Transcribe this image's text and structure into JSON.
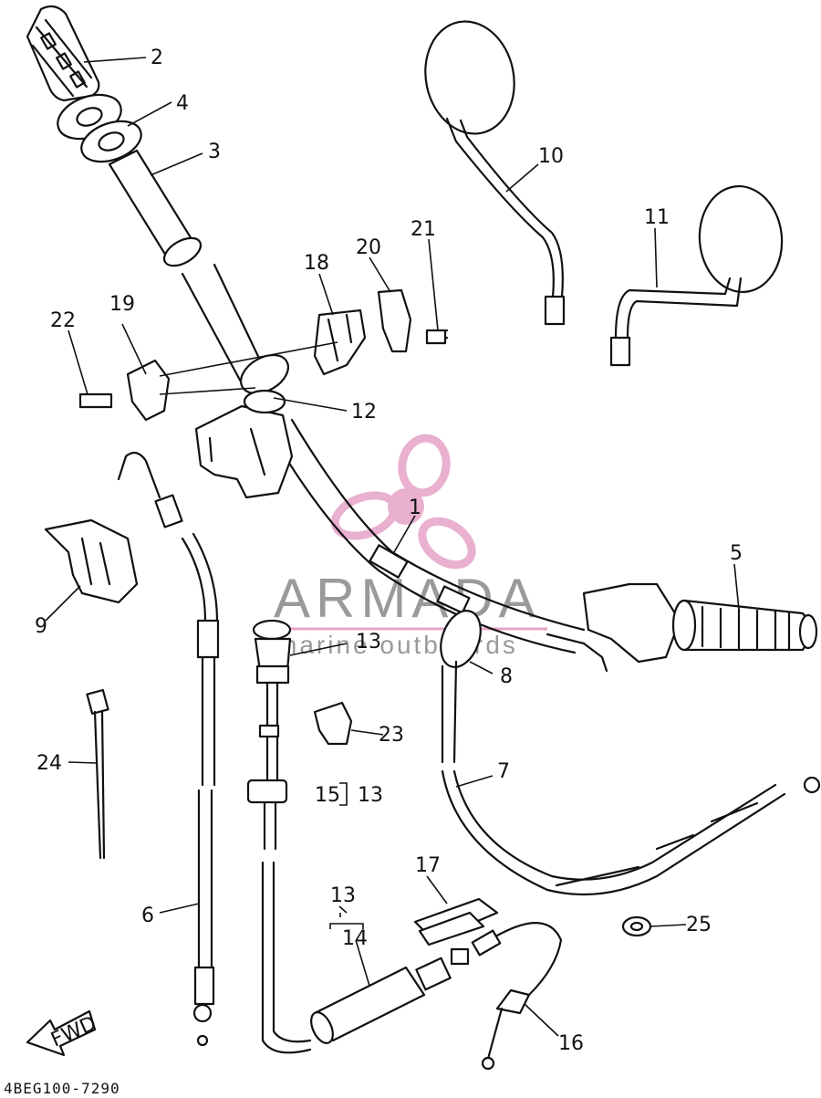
{
  "diagram_code": "4BEG100-7290",
  "fwd_label": "FWD",
  "watermark": {
    "brand": "ARMADA",
    "tagline": "marine outboards",
    "logo_color": "#e6a3c8"
  },
  "callouts": {
    "c1": "1",
    "c2": "2",
    "c3": "3",
    "c4": "4",
    "c5": "5",
    "c6": "6",
    "c7": "7",
    "c8": "8",
    "c9": "9",
    "c10": "10",
    "c11": "11",
    "c12": "12",
    "c13a": "13",
    "c13b": "13",
    "c13c": "13",
    "c14": "14",
    "c15": "15",
    "c16": "16",
    "c17": "17",
    "c18": "18",
    "c19": "19",
    "c20": "20",
    "c21": "21",
    "c22": "22",
    "c23": "23",
    "c24": "24",
    "c25": "25"
  }
}
